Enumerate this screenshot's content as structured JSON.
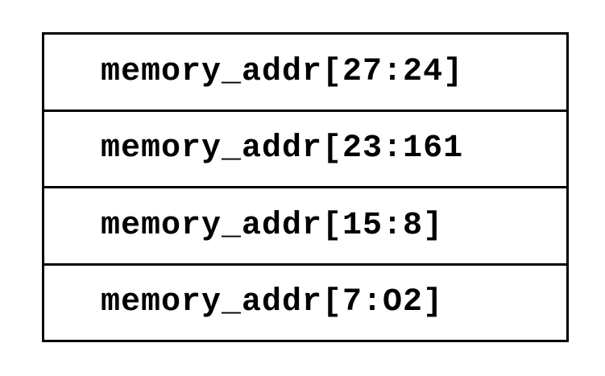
{
  "diagram": {
    "rows": [
      {
        "label": "memory_addr[27:24]"
      },
      {
        "label": "memory_addr[23:161"
      },
      {
        "label": "memory_addr[15:8]"
      },
      {
        "label": "memory_addr[7:O2]"
      }
    ]
  }
}
